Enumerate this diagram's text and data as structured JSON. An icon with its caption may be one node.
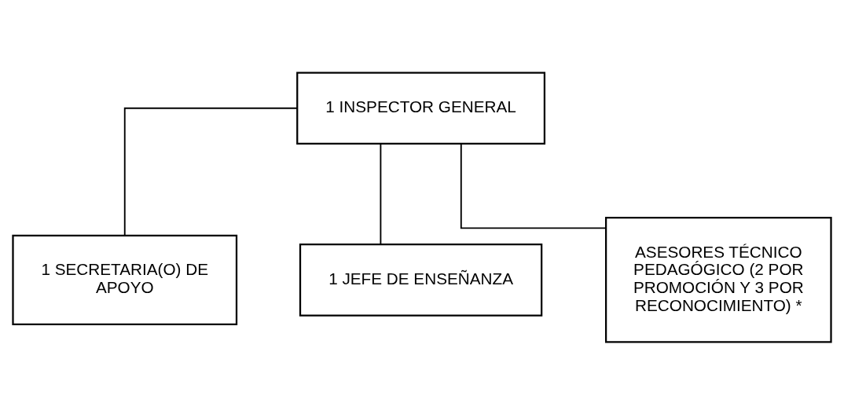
{
  "diagram": {
    "nodes": [
      {
        "text": [
          "1 INSPECTOR GENERAL"
        ]
      },
      {
        "text": [
          "1 SECRETARIA(O) DE APOYO"
        ]
      },
      {
        "text": [
          "1 JEFE DE ENSEÑANZA"
        ]
      },
      {
        "text": [
          "ASESORES TÉCNICO PEDAGÓGICO (2 POR PROMOCIÓN Y 3 POR RECONOCIMIENTO) *"
        ]
      }
    ],
    "edges": [
      {
        "from": 0,
        "to": 1,
        "arrow": "none"
      },
      {
        "from": 0,
        "to": 2,
        "arrow": "none"
      },
      {
        "from": 0,
        "to": 3,
        "arrow": "none"
      }
    ]
  }
}
